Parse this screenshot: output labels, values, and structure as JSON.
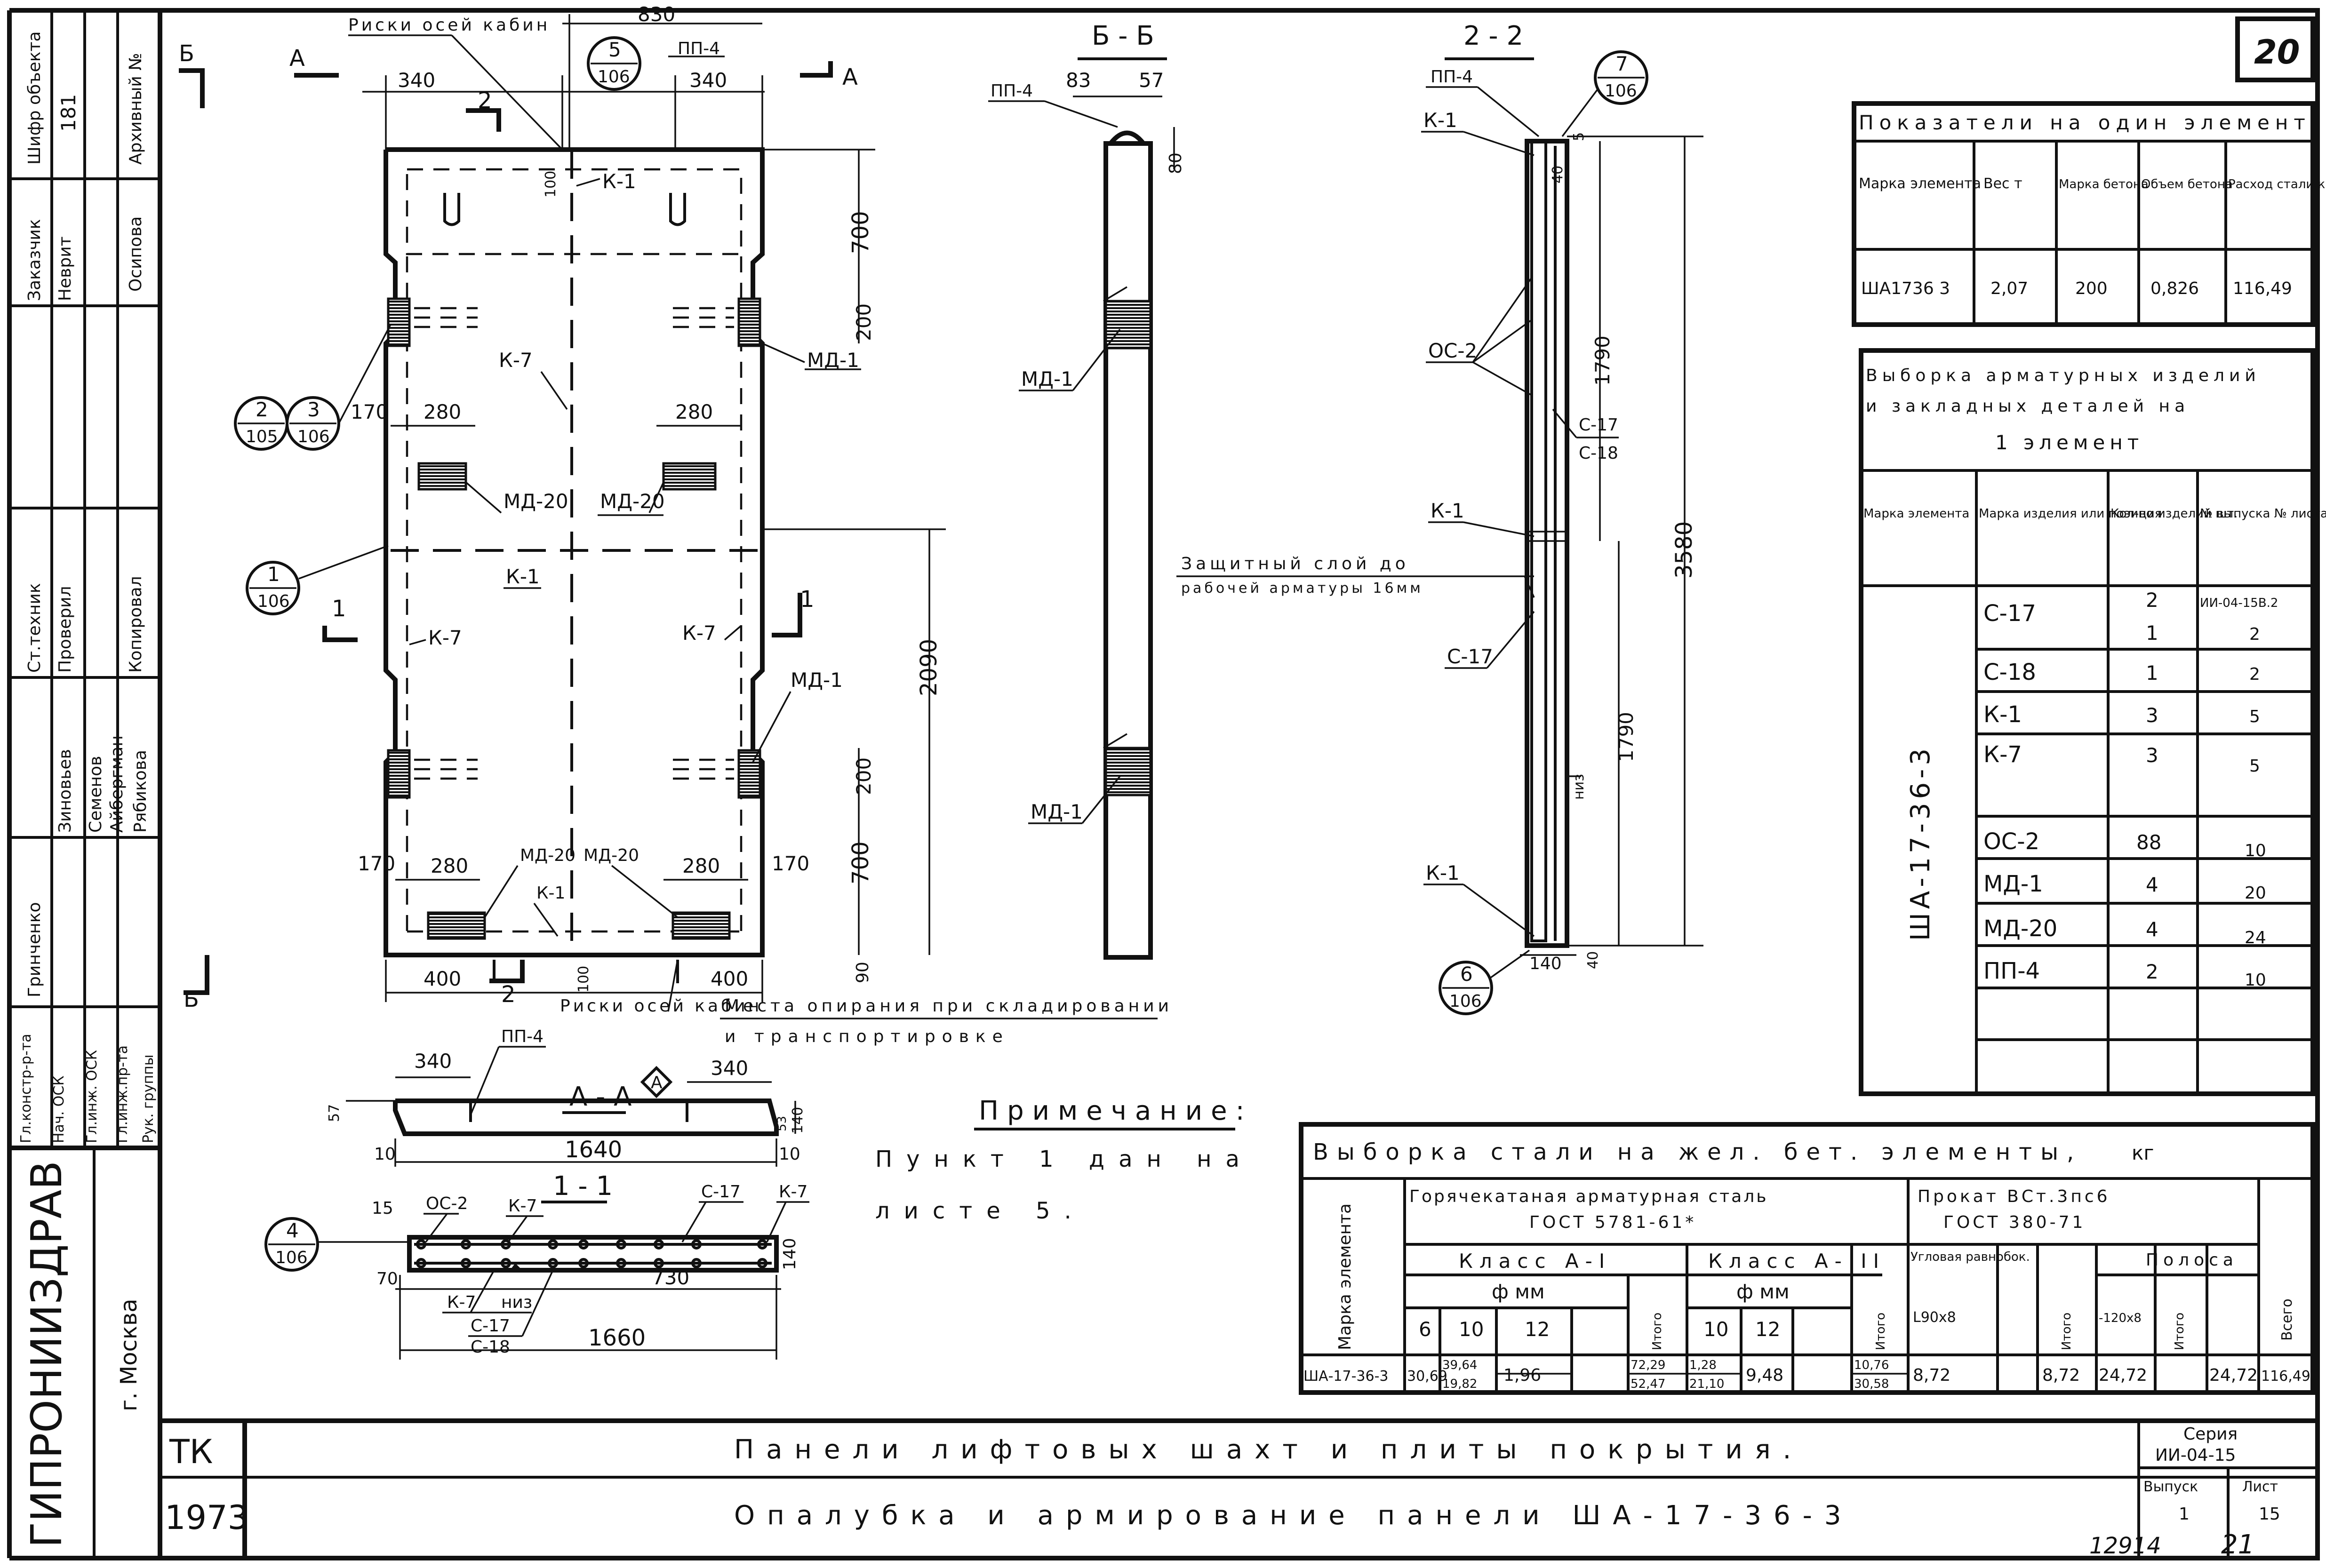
{
  "sheet": {
    "number": "20",
    "org_name": "ГИПРОНИИЗДРАВ",
    "org_city": "г. Москва",
    "year_code": "ТК",
    "year": "1973",
    "title_line1": "Панели лифтовых шахт и плиты покрытия.",
    "title_line2": "Опалубка и армирование панели ША-17-36-3",
    "series_label": "Серия",
    "series_value": "ИИ-04-15",
    "issue_label": "Выпуск",
    "issue_value": "1",
    "page_label": "Лист",
    "page_value": "15",
    "archive_no": "12914",
    "archive_no2": "21"
  },
  "left_stamp": {
    "code_label": "Шифр объекта",
    "code_value": "181",
    "archive_label": "Архивный №",
    "customer_label": "Заказчик",
    "customer_value": "Неврит",
    "roles": [
      "Гл.констр-р-та",
      "Нач. ОСК",
      "Гл.инж. ОСК",
      "Гл.инж.пр-та",
      "Рук. группы"
    ],
    "people": [
      "Гринченко",
      "Зиновьев",
      "Семенов",
      "Айбергман",
      "Рябикова"
    ],
    "extra": [
      "Ст.техник",
      "Проверил",
      "Копировал",
      "Осипова"
    ]
  },
  "views": {
    "main": {
      "label_B": "Б",
      "label_A": "А",
      "risk_top": "Риски осей кабин",
      "risk_bottom": "Риски осей кабин",
      "support_note_1": "Места опирания при складировании",
      "support_note_2": "и транспортировке",
      "dims": {
        "top_total": "830",
        "top_left": "340",
        "top_right": "340",
        "d100": "100",
        "d700_top": "700",
        "d200_top": "200",
        "d170_l": "170",
        "d280_1": "280",
        "d280_2": "280",
        "d2090": "2090",
        "d200_bot": "200",
        "d700_bot": "700",
        "d90": "90",
        "d170_bl": "170",
        "d170_br": "170",
        "d280_3": "280",
        "d280_4": "280",
        "d400_l": "400",
        "d400_r": "400",
        "d100_b": "100"
      },
      "marks": {
        "pp4": "ПП-4",
        "k1_a": "К-1",
        "k1_b": "К-1",
        "k1_c": "К-1",
        "k7_a": "К-7",
        "k7_b": "К-7",
        "k7_c": "К-7",
        "md1_a": "МД-1",
        "md1_b": "МД-1",
        "md20_a": "МД-20",
        "md20_b": "МД-20",
        "md20_c": "МД-20",
        "md20_d": "МД-20",
        "section_22": "2",
        "section_11": "1"
      },
      "callouts": [
        {
          "top": "5",
          "bottom": "106"
        },
        {
          "top": "2",
          "bottom": "105"
        },
        {
          "top": "3",
          "bottom": "106"
        },
        {
          "top": "1",
          "bottom": "106"
        }
      ]
    },
    "bb": {
      "title": "Б - Б",
      "pp4": "ПП-4",
      "d83": "83",
      "d57": "57",
      "d80": "80",
      "md1_a": "МД-1",
      "md1_b": "МД-1"
    },
    "s22": {
      "title": "2 - 2",
      "pp4": "ПП-4",
      "k1_a": "К-1",
      "k1_b": "К-1",
      "k1_c": "К-1",
      "oc2": "ОС-2",
      "c17": "С-17",
      "c18": "С-18",
      "c17b": "С-17",
      "d5": "5",
      "d40": "40",
      "d1790_a": "1790",
      "d1790_b": "1790",
      "d3580": "3580",
      "d140": "140",
      "d40b": "40",
      "niz": "низ",
      "cover_note_1": "Защитный слой до",
      "cover_note_2": "рабочей арматуры 16мм",
      "callout_top": {
        "top": "7",
        "bottom": "106"
      },
      "callout_bot": {
        "top": "6",
        "bottom": "106"
      }
    },
    "aa": {
      "title": "А - А",
      "marker": "А",
      "pp4": "ПП-4",
      "d340_l": "340",
      "d340_r": "340",
      "d1640": "1640",
      "d57": "57",
      "d140": "140",
      "d53": "53",
      "d10_l": "10",
      "d10_r": "10"
    },
    "s11": {
      "title": "1 - 1",
      "oc2": "ОС-2",
      "k7_a": "К-7",
      "k7_b": "К-7",
      "k7_c": "К-7",
      "c17": "С-17",
      "c17b": "С-17",
      "c18": "С-18",
      "niz": "низ",
      "d15": "15",
      "d70": "70",
      "d730": "730",
      "d1660": "1660",
      "d140": "140",
      "callout": {
        "top": "4",
        "bottom": "106"
      }
    }
  },
  "note": {
    "title": "Примечание:",
    "line1": "Пункт 1 дан на",
    "line2": "листе 5."
  },
  "indicators_table": {
    "title": "Показатели на один элемент",
    "headers": [
      "Марка элемента",
      "Вес т",
      "Марка бетона",
      "Объем бетона",
      "Расход стали кг"
    ],
    "row": [
      "ША1736 3",
      "2,07",
      "200",
      "0,826",
      "116,49"
    ]
  },
  "selection_table": {
    "title_1": "Выборка арматурных изделий",
    "title_2": "и закладных деталей на",
    "title_3": "1 элемент",
    "headers": [
      "Марка элемента",
      "Марка изделия или позиция",
      "Кол-во изделий шт.",
      "№ выпуска № листа"
    ],
    "element": "ША-17-36-3",
    "rows": [
      {
        "mark": "С-17",
        "qty": "2",
        "qty2": "1",
        "sheet": "ИИ-04-15В.2",
        "sheet2": "2"
      },
      {
        "mark": "С-18",
        "qty": "1",
        "qty2": "",
        "sheet": "2",
        "sheet2": ""
      },
      {
        "mark": "К-1",
        "qty": "3",
        "qty2": "",
        "sheet": "5",
        "sheet2": ""
      },
      {
        "mark": "К-7",
        "qty": "3",
        "qty2": "",
        "sheet": "5",
        "sheet2": ""
      },
      {
        "mark": "ОС-2",
        "qty": "88",
        "qty2": "",
        "sheet": "10",
        "sheet2": ""
      },
      {
        "mark": "МД-1",
        "qty": "4",
        "qty2": "",
        "sheet": "20",
        "sheet2": ""
      },
      {
        "mark": "МД-20",
        "qty": "4",
        "qty2": "",
        "sheet": "24",
        "sheet2": ""
      },
      {
        "mark": "ПП-4",
        "qty": "2",
        "qty2": "",
        "sheet": "10",
        "sheet2": ""
      }
    ]
  },
  "steel_table": {
    "title": "Выборка стали на жел. бет. элементы,",
    "unit": "кг",
    "col_mark": "Марка элемента",
    "group_1": "Горячекатаная арматурная сталь",
    "group_1b": "ГОСТ 5781-61*",
    "group_2": "Прокат ВСт.3пс6",
    "group_2b": "ГОСТ 380-71",
    "class_1": "Класс А-I",
    "class_2": "Класс А-III",
    "angle": "Угловая равнобок.",
    "strip": "Полоса",
    "dia_1": "ф мм",
    "dia_2": "ф мм",
    "c6": "6",
    "c10": "10",
    "c12": "12",
    "itogo": "Итого",
    "c10b": "10",
    "c12b": "12",
    "itogo2": "Итого",
    "angle_size": "L90х8",
    "itogo3": "Итого",
    "strip_size": "-120х8",
    "itogo4": "Итого",
    "total": "Всего",
    "row": {
      "mark": "ША-17-36-3",
      "v6": "30,69",
      "v10": "39,64",
      "v10b": "19,82",
      "v12": "1,96",
      "it1": "72,29",
      "it1b": "52,47",
      "a10": "1,28",
      "a10b": "21,10",
      "a12": "9,48",
      "it2": "10,76",
      "it2b": "30,58",
      "ang": "8,72",
      "it3": "8,72",
      "strip": "24,72",
      "it4": "24,72",
      "total": "116,49"
    }
  }
}
